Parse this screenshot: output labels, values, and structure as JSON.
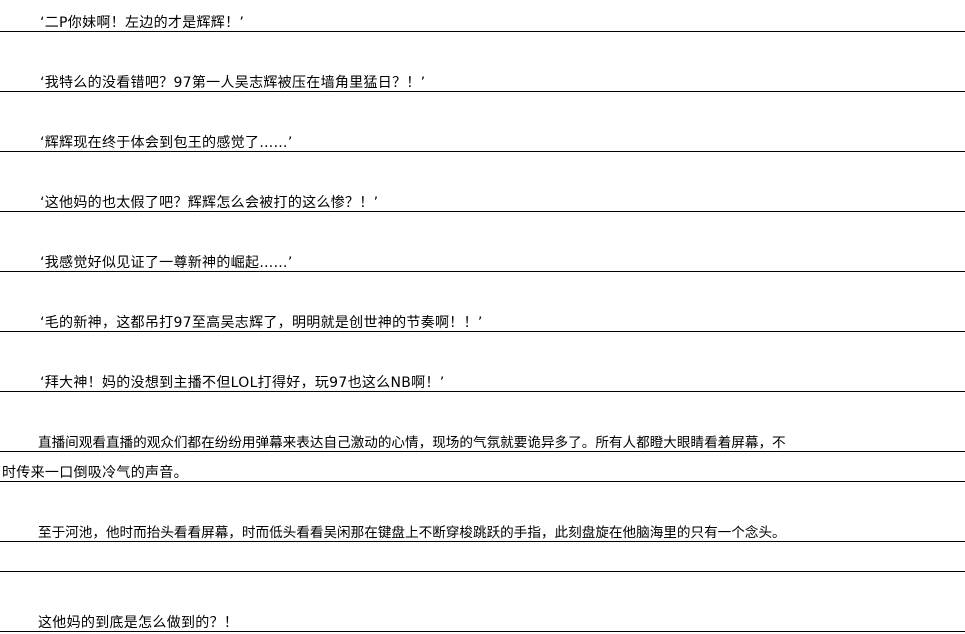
{
  "paragraphs": [
    "‘二P你妹啊！左边的才是辉辉！’",
    "‘我特么的没看错吧？97第一人吴志辉被压在墙角里猛日？！’",
    "‘辉辉现在终于体会到包王的感觉了……’",
    "‘这他妈的也太假了吧？辉辉怎么会被打的这么惨？！’",
    "‘我感觉好似见证了一尊新神的崛起……’",
    "‘毛的新神，这都吊打97至高吴志辉了，明明就是创世神的节奏啊！！’",
    "‘拜大神！妈的没想到主播不但LOL打得好，玩97也这么NB啊！’",
    "直播间观看直播的观众们都在纷纷用弹幕来表达自己激动的心情，现场的气氛就要诡异多了。所有人都瞪大眼睛看着屏幕，不",
    "时传来一口倒吸冷气的声音。",
    "至于河池，他时而抬头看看屏幕，时而低头看看吴闲那在键盘上不断穿梭跳跃的手指，此刻盘旋在他脑海里的只有一个念头。",
    "这他妈的到底是怎么做到的？！"
  ]
}
